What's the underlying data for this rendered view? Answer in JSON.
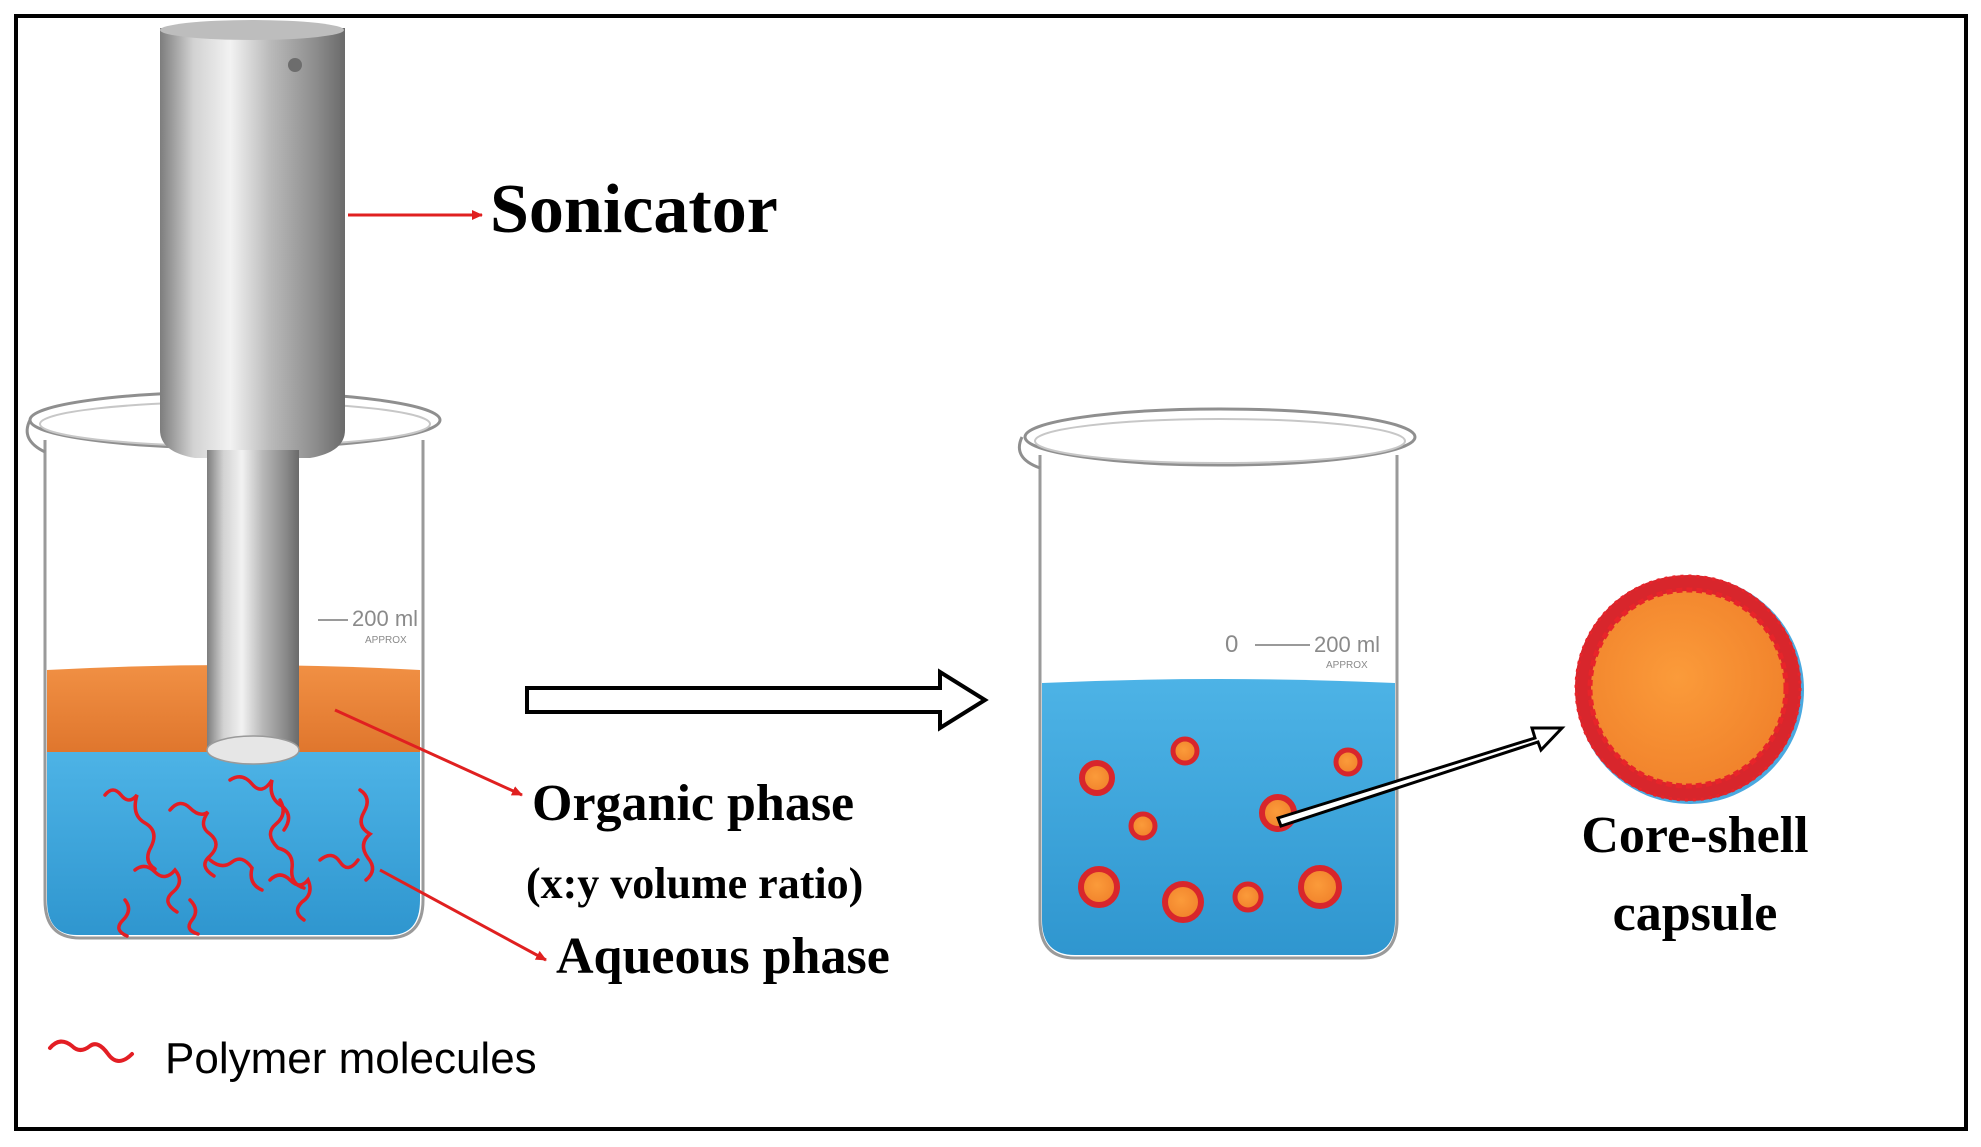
{
  "labels": {
    "sonicator": "Sonicator",
    "organic_phase": "Organic phase",
    "volume_ratio": "(x:y volume ratio)",
    "aqueous_phase": "Aqueous phase",
    "core_shell_line1": "Core-shell",
    "core_shell_line2": "capsule",
    "legend_polymer": "Polymer molecules"
  },
  "beaker_marks": {
    "left_volume": "200 ml",
    "left_approx": "APPROX",
    "right_zero": "0",
    "right_volume": "200 ml",
    "right_approx": "APPROX"
  },
  "colors": {
    "frame": "#000000",
    "aqueous": "#3fa9e0",
    "organic": "#e8782a",
    "shell": "#d8262c",
    "core": "#f7922f",
    "pointer_arrow": "#e02020",
    "steel": "#a9a9a9"
  },
  "icons": {
    "process_arrow": "hollow-right-arrow",
    "legend_squiggle": "red-wavy-line"
  }
}
